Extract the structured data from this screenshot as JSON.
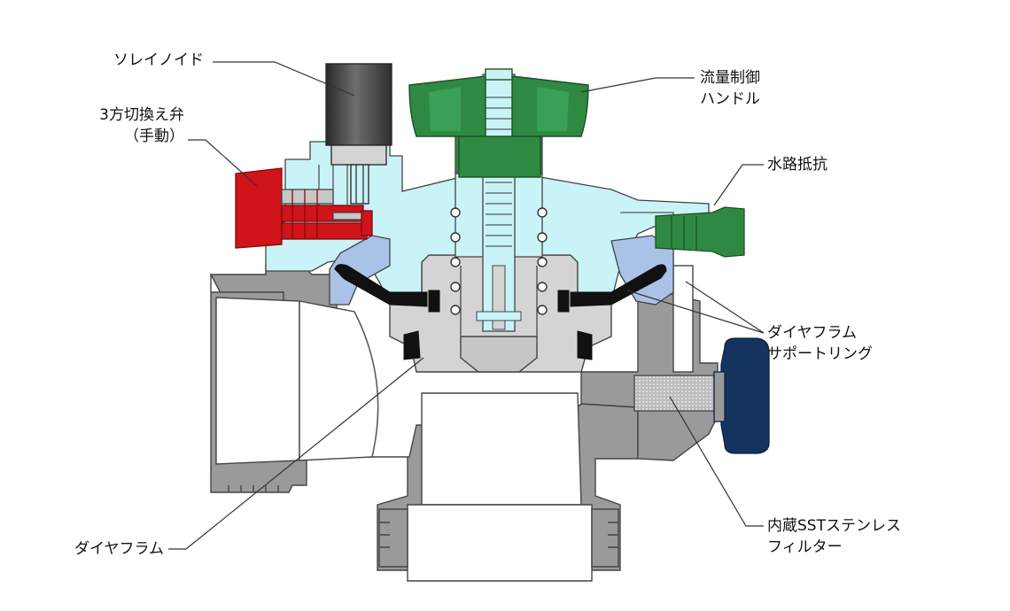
{
  "labels": {
    "solenoid": "ソレイノイド",
    "three_way_line1": "3方切換え弁",
    "three_way_line2": "（手動）",
    "flow_line1": "流量制御",
    "flow_line2": "ハンドル",
    "water_resist": "水路抵抗",
    "ring_line1": "ダイヤフラム",
    "ring_line2": "サポートリング",
    "filter_line1": "内蔵SSTステンレス",
    "filter_line2": "フィルター",
    "diaphragm": "ダイヤフラム"
  },
  "colors": {
    "body_gray": "#9a9a9a",
    "inner_gray": "#d4d4d4",
    "light_cyan": "#c9f3f7",
    "blue_ring": "#a9c2e6",
    "green_handle": "#2e8a43",
    "red_valve": "#d0141a",
    "navy_cap": "#15335f",
    "diaphragm_black": "#111111"
  },
  "icons": [
    "solenoid-icon",
    "flow-control-handle-icon",
    "manual-3way-valve-icon",
    "filter-cap-icon"
  ]
}
